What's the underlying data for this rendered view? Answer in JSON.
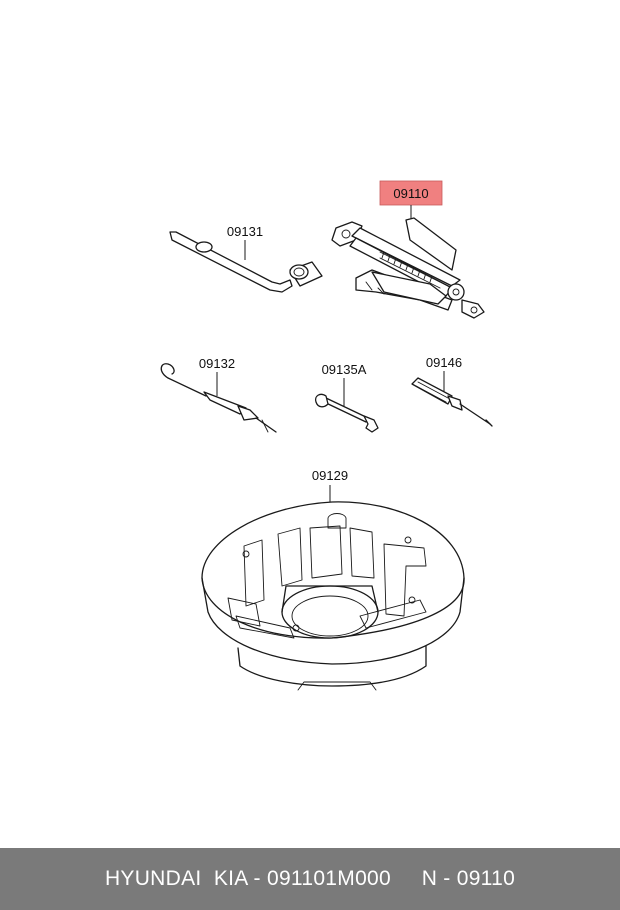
{
  "callouts": {
    "jack": "09110",
    "wrench": "09131",
    "hook": "09132",
    "spanner": "09135A",
    "screwdriver": "09146",
    "tray": "09129"
  },
  "highlight_color": "#f08080",
  "footer": {
    "text": "HYUNDAI  KIA - 091101M000     N - 09110",
    "background": "#7a7a7a"
  }
}
